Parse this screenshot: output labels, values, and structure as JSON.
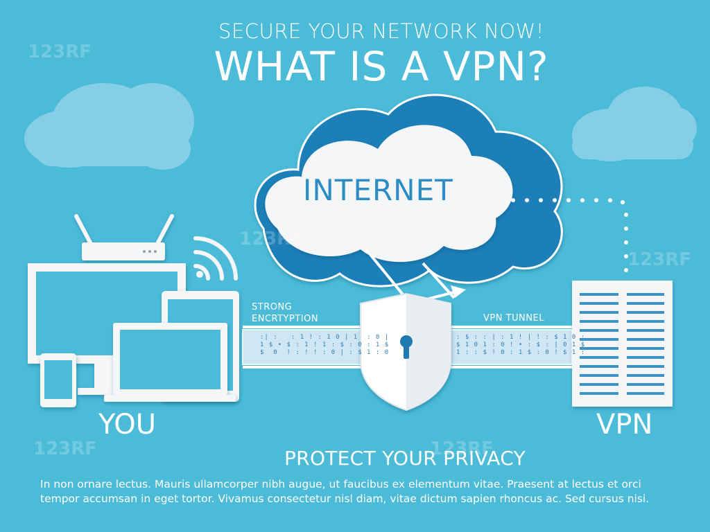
{
  "header": {
    "subtitle": "SECURE YOUR NETWORK NOW!",
    "title": "WHAT IS A VPN?"
  },
  "diagram": {
    "internet_label": "INTERNET",
    "encryption_label_line1": "STRONG",
    "encryption_label_line2": "ENCRTYPTION",
    "tunnel_label": "VPN TUNNEL",
    "you_label": "YOU",
    "vpn_label": "VPN"
  },
  "footer": {
    "title": "PROTECT YOUR PRIVACY",
    "body_line1": "In non ornare lectus. Mauris ullamcorper nibh augue, ut faucibus ex elementum vitae. Praesent at lectus et orci",
    "body_line2": "tempor accumsan in eget tortor. Vivamus consectetur nisl diam, vitae dictum sapien rhoncus ac. Sed cursus nisi."
  },
  "watermark": "123RF",
  "colors": {
    "background": "#4bbbd8",
    "dark_blue": "#1e7fb8",
    "mid_blue": "#2b8dc3",
    "tunnel": "#cfe6f5",
    "paper_white": "#f4f6f7"
  }
}
